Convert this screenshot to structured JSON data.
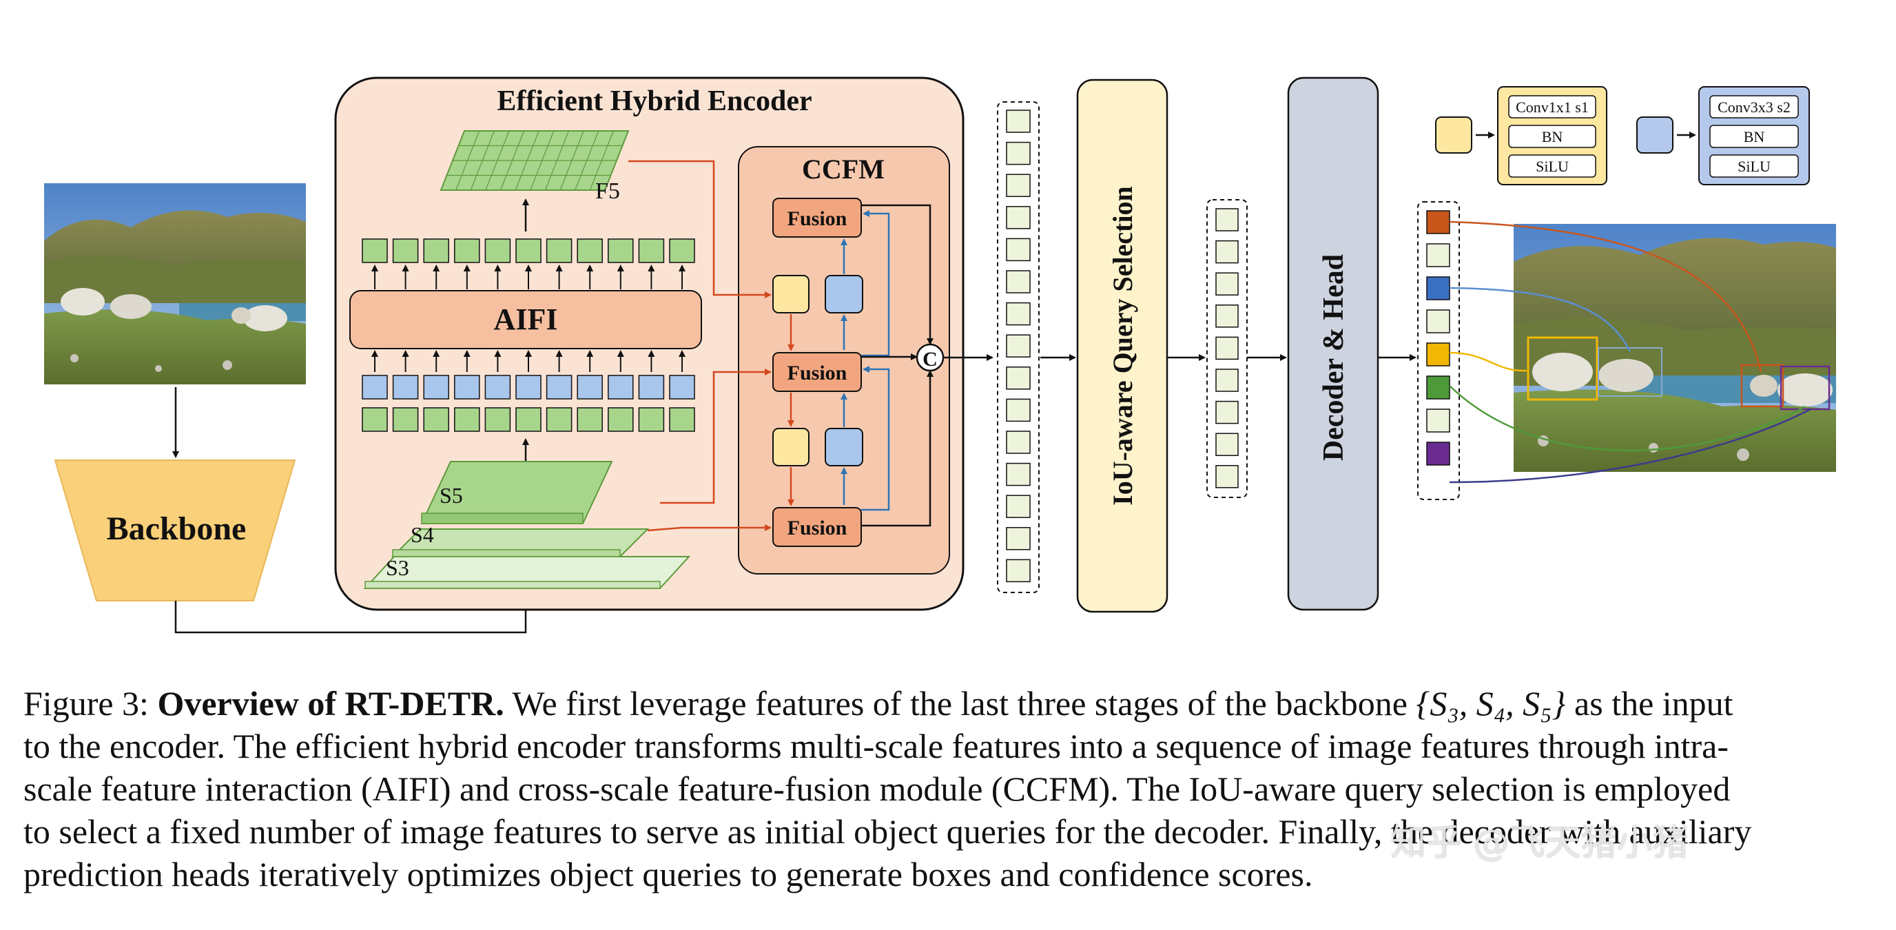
{
  "encoder": {
    "title": "Efficient Hybrid Encoder",
    "aifi_label": "AIFI",
    "f5_label": "F5"
  },
  "ccfm": {
    "title": "CCFM",
    "fusion_label": "Fusion",
    "concat_symbol": "C"
  },
  "backbone": {
    "label": "Backbone"
  },
  "scales": {
    "s3": "S3",
    "s4": "S4",
    "s5": "S5"
  },
  "query_selection": {
    "label": "IoU-aware Query Selection"
  },
  "decoder": {
    "label": "Decoder & Head"
  },
  "legend": {
    "conv1": {
      "lines": [
        "Conv1x1 s1",
        "BN",
        "SiLU"
      ],
      "color": "#FDE7A1"
    },
    "conv3": {
      "lines": [
        "Conv3x3 s2",
        "BN",
        "SiLU"
      ],
      "color": "#B5C9EC"
    }
  },
  "colors": {
    "encoder_bg": "#FBE3D4",
    "ccfm_bg": "#F6C9AE",
    "fusion": "#F2A67F",
    "aifi": "#F6C0A0",
    "backbone": "#FAD07A",
    "query_sel": "#FFF3CC",
    "decoder": "#CDD4E0",
    "green": "#A8D58C",
    "blue": "#A9C6EC",
    "arrow_red": "#D4481E",
    "arrow_blue": "#2E74B5"
  },
  "query_colors": [
    "#C8561B",
    "#EEF3DC",
    "#3B6FC2",
    "#EEF3DC",
    "#F2B705",
    "#4E9A3A",
    "#EEF3DC",
    "#6A2C91"
  ],
  "caption": {
    "figure_label": "Figure 3:",
    "title_bold": "Overview of RT-DETR.",
    "line1_rest": "We first leverage features of the last three stages of the backbone",
    "set_math": "{S₃, S₄, S₅}",
    "line1_tail": "as the input",
    "line2": "to the encoder. The efficient hybrid encoder transforms multi-scale features into a sequence of image features through intra-",
    "line3": "scale feature interaction (AIFI) and cross-scale feature-fusion module (CCFM). The IoU-aware query selection is employed",
    "line4": "to select a fixed number of image features to serve as initial object queries for the decoder. Finally, the decoder with auxiliary",
    "line5": "prediction heads iteratively optimizes object queries to generate boxes and confidence scores."
  },
  "watermark": "知乎 @飞天猪小猪"
}
